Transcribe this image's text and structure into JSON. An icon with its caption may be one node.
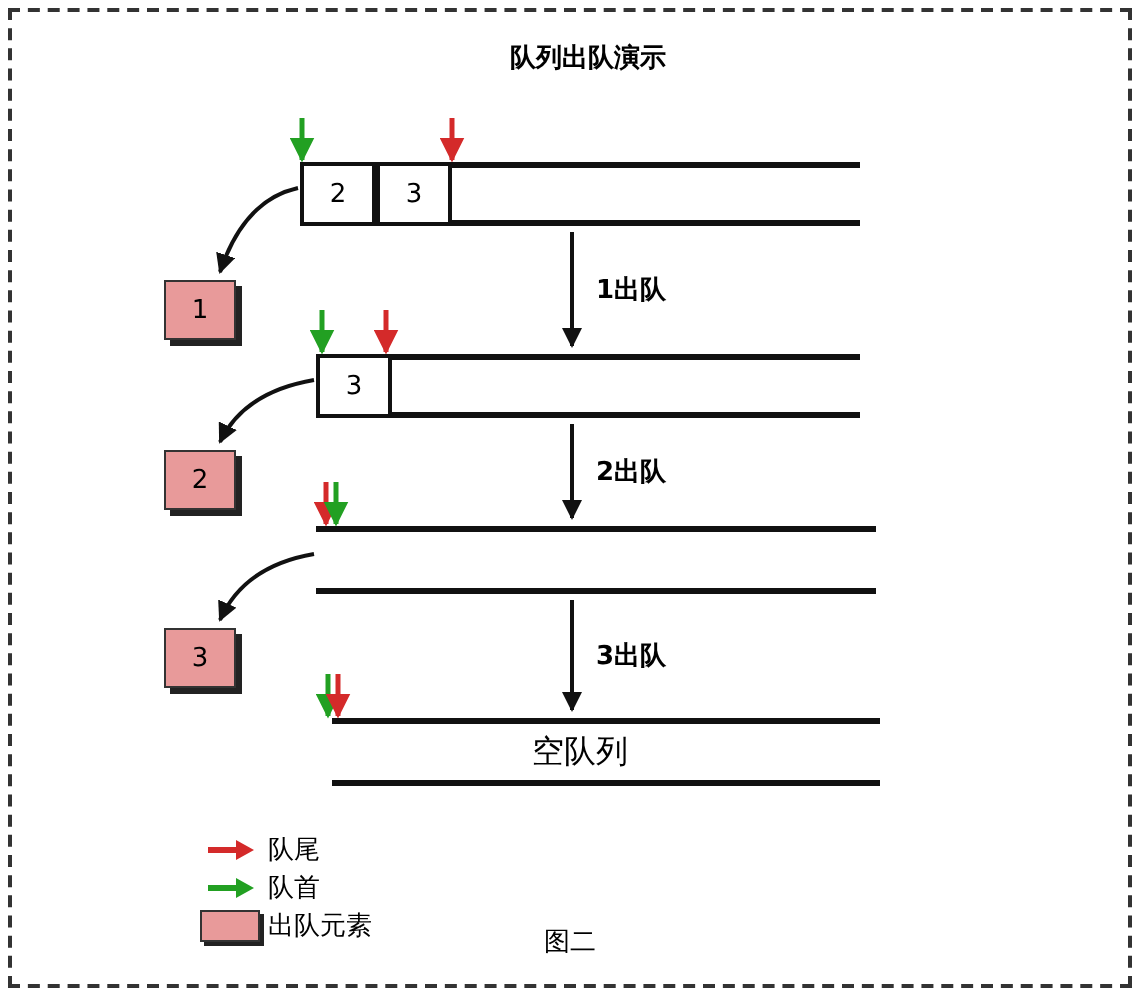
{
  "diagram": {
    "title": "队列出队演示",
    "caption": "图二",
    "nodes": [
      {
        "text": [],
        "shape": "bar"
      },
      {
        "text": [
          "2"
        ],
        "in": 0
      },
      {
        "text": [
          "3"
        ],
        "in": 0
      },
      {
        "text": [
          "1"
        ]
      },
      {
        "text": [],
        "shape": "bar"
      },
      {
        "text": [
          "3"
        ],
        "in": 4
      },
      {
        "text": [
          "2"
        ]
      },
      {
        "text": [],
        "shape": "bar"
      },
      {
        "text": [
          "3"
        ]
      },
      {
        "text": [
          "空队列"
        ]
      }
    ],
    "edges": [
      {
        "from": 0,
        "to": 3,
        "arrow": "to"
      },
      {
        "from": 0,
        "to": 4,
        "arrow": "to",
        "label": "1出队"
      },
      {
        "from": 4,
        "to": 6,
        "arrow": "to"
      },
      {
        "from": 4,
        "to": 7,
        "arrow": "to",
        "label": "2出队"
      },
      {
        "from": 7,
        "to": 8,
        "arrow": "to"
      },
      {
        "from": 7,
        "to": 9,
        "arrow": "to",
        "label": "3出队"
      },
      {
        "from": null,
        "to": 1,
        "arrow": "to",
        "color": "#22a022"
      },
      {
        "from": null,
        "to": 2,
        "arrow": "to",
        "color": "#d42a2a"
      },
      {
        "from": null,
        "to": 5,
        "arrow": "to",
        "color": "#22a022"
      },
      {
        "from": null,
        "to": 5,
        "arrow": "to",
        "color": "#d42a2a"
      },
      {
        "from": null,
        "to": 7,
        "arrow": "to",
        "color": "#d42a2a"
      },
      {
        "from": null,
        "to": 7,
        "arrow": "to",
        "color": "#22a022"
      },
      {
        "from": null,
        "to": 9,
        "arrow": "to",
        "color": "#22a022"
      },
      {
        "from": null,
        "to": 9,
        "arrow": "to",
        "color": "#d42a2a"
      }
    ],
    "legend": [
      {
        "text": "队尾"
      },
      {
        "text": "队首"
      },
      {
        "text": "出队元素",
        "color": "#e89a9a"
      }
    ]
  }
}
